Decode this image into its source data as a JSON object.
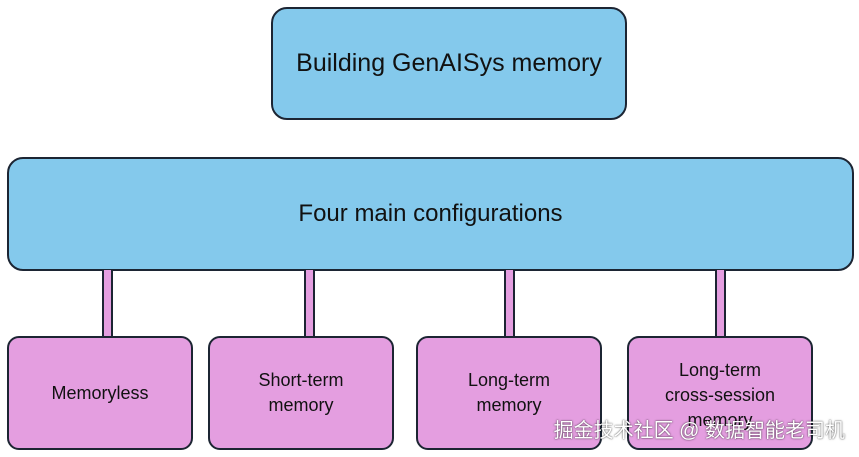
{
  "root": {
    "label": "Building GenAISys memory"
  },
  "middle": {
    "label": "Four main configurations"
  },
  "configurations": [
    {
      "lines": [
        "Memoryless"
      ]
    },
    {
      "lines": [
        "Short-term",
        "memory"
      ]
    },
    {
      "lines": [
        "Long-term",
        "memory"
      ]
    },
    {
      "lines": [
        "Long-term",
        "cross-session",
        "memory"
      ]
    }
  ],
  "watermark": "掘金技术社区 @ 数据智能老司机",
  "colors": {
    "blue_fill": "#84c9ec",
    "pink_fill": "#e49ee0",
    "border": "#1c2533"
  }
}
